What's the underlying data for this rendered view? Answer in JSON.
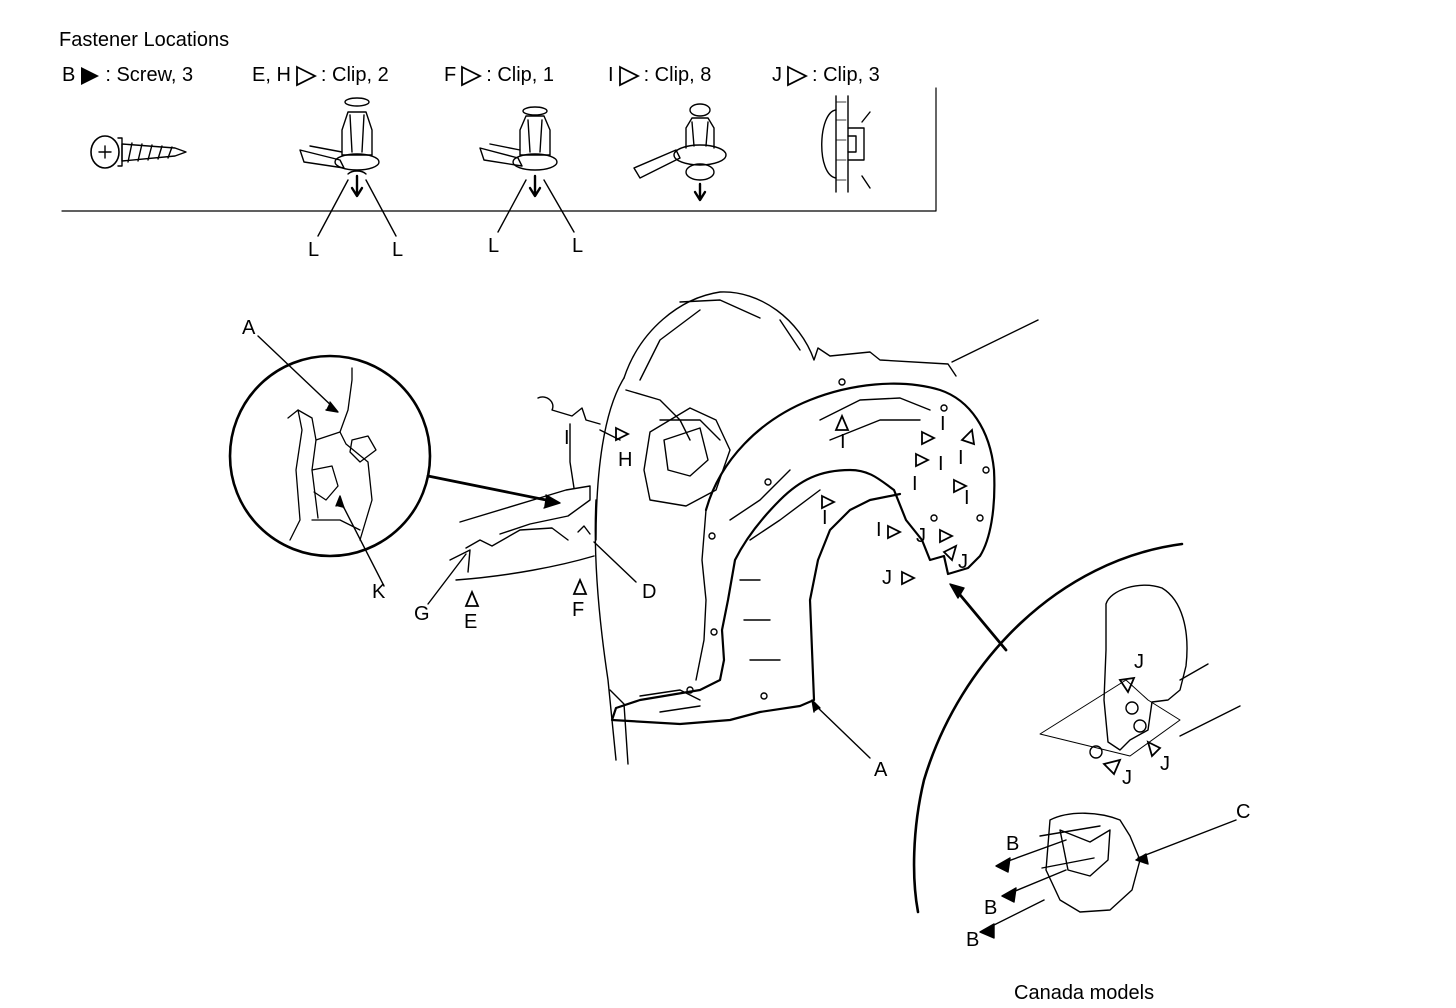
{
  "title": "Fastener Locations",
  "legend": [
    {
      "letter": "B",
      "desc": ": Screw, 3",
      "symbol": "filled-triangle"
    },
    {
      "letter": "E, H",
      "desc": ": Clip, 2",
      "symbol": "open-triangle"
    },
    {
      "letter": "F",
      "desc": ": Clip, 1",
      "symbol": "open-triangle"
    },
    {
      "letter": "I",
      "desc": ": Clip, 8",
      "symbol": "open-triangle"
    },
    {
      "letter": "J",
      "desc": ": Clip, 3",
      "symbol": "open-triangle"
    }
  ],
  "fastener_callouts": {
    "L": "L"
  },
  "callouts": {
    "A": "A",
    "C": "C",
    "D": "D",
    "E": "E",
    "F": "F",
    "G": "G",
    "H": "H",
    "I": "I",
    "J": "J",
    "K": "K",
    "B": "B"
  },
  "inset_caption": "Canada models"
}
